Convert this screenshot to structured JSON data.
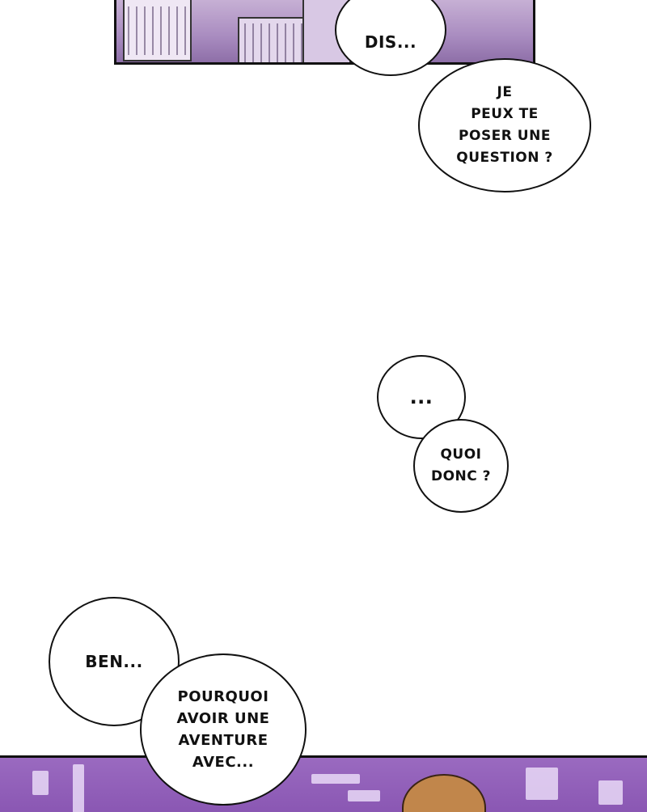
{
  "bubbles": {
    "dis": "DIS...",
    "question": "JE\nPEUX TE\nPOSER UNE\nQUESTION ?",
    "ellipsis": "...",
    "quoi": "QUOI\nDONC ?",
    "ben": "BEN...",
    "pourquoi": "POURQUOI\nAVOIR UNE\nAVENTURE\nAVEC..."
  },
  "colors": {
    "sky_top": "#c9b3d6",
    "sky_bottom": "#8a57b3",
    "ink": "#111111"
  }
}
